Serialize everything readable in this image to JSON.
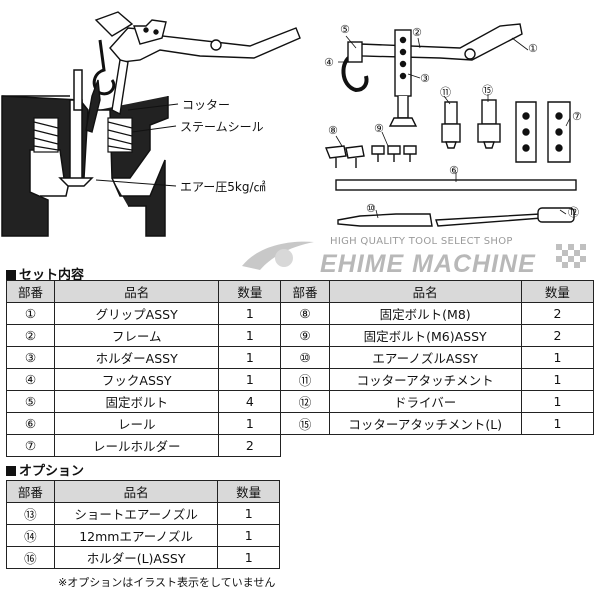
{
  "callouts": {
    "cotter": "コッター",
    "stem_seal": "ステームシール",
    "air_pressure": "エアー圧5kg/㎠"
  },
  "part_numbers": [
    "①",
    "②",
    "③",
    "④",
    "⑤",
    "⑥",
    "⑦",
    "⑧",
    "⑨",
    "⑩",
    "⑪",
    "⑫",
    "⑮"
  ],
  "watermark": {
    "tagline": "HIGH QUALITY TOOL SELECT SHOP",
    "brand": "EHIME MACHINE"
  },
  "set_contents": {
    "title": "セット内容",
    "headers": [
      "部番",
      "品名",
      "数量"
    ],
    "left_rows": [
      {
        "no": "①",
        "name": "グリップASSY",
        "qty": "1"
      },
      {
        "no": "②",
        "name": "フレーム",
        "qty": "1"
      },
      {
        "no": "③",
        "name": "ホルダーASSY",
        "qty": "1"
      },
      {
        "no": "④",
        "name": "フックASSY",
        "qty": "1"
      },
      {
        "no": "⑤",
        "name": "固定ボルト",
        "qty": "4"
      },
      {
        "no": "⑥",
        "name": "レール",
        "qty": "1"
      },
      {
        "no": "⑦",
        "name": "レールホルダー",
        "qty": "2"
      }
    ],
    "right_rows": [
      {
        "no": "⑧",
        "name": "固定ボルト(M8)",
        "qty": "2"
      },
      {
        "no": "⑨",
        "name": "固定ボルト(M6)ASSY",
        "qty": "2"
      },
      {
        "no": "⑩",
        "name": "エアーノズルASSY",
        "qty": "1"
      },
      {
        "no": "⑪",
        "name": "コッターアタッチメント",
        "qty": "1"
      },
      {
        "no": "⑫",
        "name": "ドライバー",
        "qty": "1"
      },
      {
        "no": "⑮",
        "name": "コッターアタッチメント(L)",
        "qty": "1"
      }
    ]
  },
  "options": {
    "title": "オプション",
    "headers": [
      "部番",
      "品名",
      "数量"
    ],
    "rows": [
      {
        "no": "⑬",
        "name": "ショートエアーノズル",
        "qty": "1"
      },
      {
        "no": "⑭",
        "name": "12mmエアーノズル",
        "qty": "1"
      },
      {
        "no": "⑯",
        "name": "ホルダー(L)ASSY",
        "qty": "1"
      }
    ],
    "note": "※オプションはイラスト表示をしていません"
  }
}
